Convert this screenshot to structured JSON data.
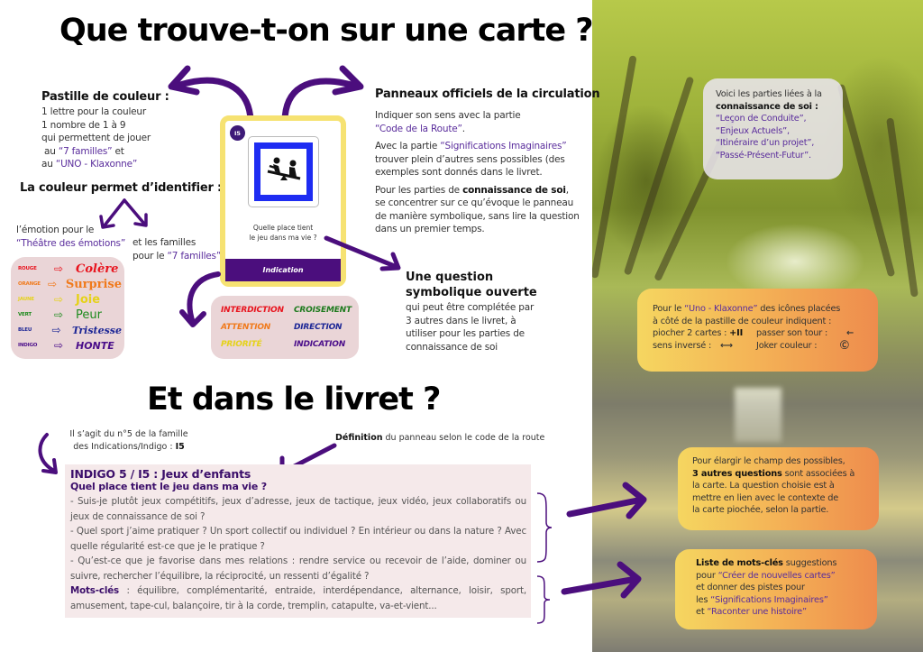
{
  "colors": {
    "accent_purple": "#4b0e7d",
    "link_purple": "#5a2d9c",
    "card_border_yellow": "#f6e272",
    "pink_box": "#ead5d7",
    "sign_blue": "#1e2cf2"
  },
  "section1": {
    "title": "Que trouve-t-on sur une carte ?"
  },
  "pastille": {
    "heading": "Pastille de couleur :",
    "line1": "1 lettre pour la couleur",
    "line2": "1 nombre de 1 à 9",
    "line3": "qui permettent de jouer",
    "line4_pre": "au ",
    "line4_link": "“7 familles”",
    "line4_post": " et",
    "line5_pre": "au ",
    "line5_link": "“UNO - Klaxonne”"
  },
  "couleur": {
    "heading": "La couleur permet d’identifier :",
    "left_line1": "l’émotion pour le",
    "left_link": "“Théâtre des émotions”",
    "right_line1": "et les familles",
    "right_pre": "pour le ",
    "right_link": "“7 familles”"
  },
  "emotions": [
    {
      "color_label": "ROUGE",
      "arrow": "⇨",
      "emotion": "Colère",
      "color": "#e8141e"
    },
    {
      "color_label": "ORANGE",
      "arrow": "⇨",
      "emotion": "Surprise",
      "color": "#f07a1c"
    },
    {
      "color_label": "JAUNE",
      "arrow": "⇨",
      "emotion": "Joie",
      "color": "#f2e21a"
    },
    {
      "color_label": "VERT",
      "arrow": "⇨",
      "emotion": "Peur",
      "color": "#1d8a1d"
    },
    {
      "color_label": "BLEU",
      "arrow": "⇨",
      "emotion": "Tristesse",
      "color": "#1d2796"
    },
    {
      "color_label": "INDIGO",
      "arrow": "⇨",
      "emotion": "HONTE",
      "color": "#4b0e8a"
    }
  ],
  "card": {
    "badge": "I5",
    "sign_icon": "children-playground-sign",
    "question_line1": "Quelle place tient",
    "question_line2": "le jeu dans ma vie ?",
    "footer": "Indication"
  },
  "families": [
    {
      "label": "INTERDICTION",
      "color": "#e8141e"
    },
    {
      "label": "CROISEMENT",
      "color": "#1d7a1d"
    },
    {
      "label": "ATTENTION",
      "color": "#f07a1c"
    },
    {
      "label": "DIRECTION",
      "color": "#1d2796"
    },
    {
      "label": "PRIORITÉ",
      "color": "#f2e21a"
    },
    {
      "label": "INDICATION",
      "color": "#4b0e8a"
    }
  ],
  "panneaux": {
    "heading": "Panneaux officiels de la circulation",
    "p1_line1": "Indiquer son sens avec la partie",
    "p1_link": "“Code de la Route”",
    "p1_end": ".",
    "p2_pre": "Avec la partie ",
    "p2_link": "“Significations Imaginaires”",
    "p2_line2": "trouver plein d’autres sens possibles (des",
    "p2_line3": "exemples sont donnés dans le livret.",
    "p3_pre": "Pour les parties de ",
    "p3_bold": "connaissance de soi",
    "p3_post": ",",
    "p3_line2": "se concentrer sur ce qu’évoque le panneau",
    "p3_line3": "de manière symbolique, sans lire la question",
    "p3_line4": "dans un premier temps."
  },
  "question_ouverte": {
    "heading_line1": "Une question",
    "heading_line2": "symbolique ouverte",
    "line1": "qui peut être complétée par",
    "line2": "3 autres dans le livret, à",
    "line3": "utiliser pour les parties de",
    "line4": "connaissance de soi"
  },
  "section2": {
    "title": "Et dans le livret ?"
  },
  "livret_notes": {
    "left_line1": "Il s’agit du n°5 de la famille",
    "left_line2_pre": "des Indications/Indigo : ",
    "left_line2_bold": "I5",
    "right_bold": "Définition",
    "right_rest": " du panneau selon le code de la route"
  },
  "livret": {
    "title": "INDIGO 5 / I5 : Jeux d’enfants",
    "question": "Quel place tient le jeu dans ma vie ?",
    "q1": "- Suis-je plutôt jeux compétitifs, jeux d’adresse, jeux de tactique, jeux vidéo, jeux collaboratifs ou jeux de connaissance de soi ?",
    "q2": "- Quel sport j’aime pratiquer ? Un sport collectif ou individuel ? En intérieur ou dans la nature ? Avec quelle régularité est-ce que je le pratique ?",
    "q3": "- Qu’est-ce que je favorise dans mes relations : rendre service ou recevoir de l’aide, dominer ou suivre, rechercher l’équilibre, la réciprocité, un ressenti d’égalité ?",
    "keywords_label": "Mots-clés",
    "keywords": " : équilibre, complémentarité, entraide, interdépendance, alternance, loisir, sport, amusement, tape-cul, balançoire, tir à la corde, tremplin, catapulte, va-et-vient..."
  },
  "info_connaissance": {
    "line1": "Voici les parties liées à la",
    "line2_bold": "connaissance de soi",
    "line2_post": " :",
    "items": [
      "“Leçon de Conduite”,",
      "“Enjeux Actuels”,",
      "“Itinéraire d’un projet”,",
      "“Passé-Présent-Futur”."
    ]
  },
  "info_uno": {
    "line1_pre": "Pour le ",
    "line1_link": "“Uno - Klaxonne”",
    "line1_post": " des icônes placées",
    "line2": "à côté de la pastille de couleur indiquent :",
    "draw2_label": "piocher 2 cartes : ",
    "draw2_icon": "+II",
    "skip_label": "passer son tour :",
    "skip_icon": "←",
    "reverse_label": "sens inversé :",
    "reverse_icon": "⟷",
    "joker_label": "Joker couleur :",
    "joker_icon": "Ⓒ"
  },
  "info_questions": {
    "line1": "Pour élargir le champ des possibles,",
    "line2_bold": "3 autres questions",
    "line2_post": " sont associées à",
    "line3": "la carte. La question choisie est à",
    "line4": "mettre en lien avec le contexte de",
    "line5": "la carte piochée, selon la partie."
  },
  "info_keywords": {
    "line1_bold": "Liste de mots-clés",
    "line1_post": " suggestions",
    "line2_pre": "pour ",
    "line2_link": "“Créer de nouvelles cartes”",
    "line3": "et donner des pistes pour",
    "line4_pre": "les ",
    "line4_link": "“Significations Imaginaires”",
    "line5_pre": "et ",
    "line5_link": "“Raconter une histoire”"
  }
}
